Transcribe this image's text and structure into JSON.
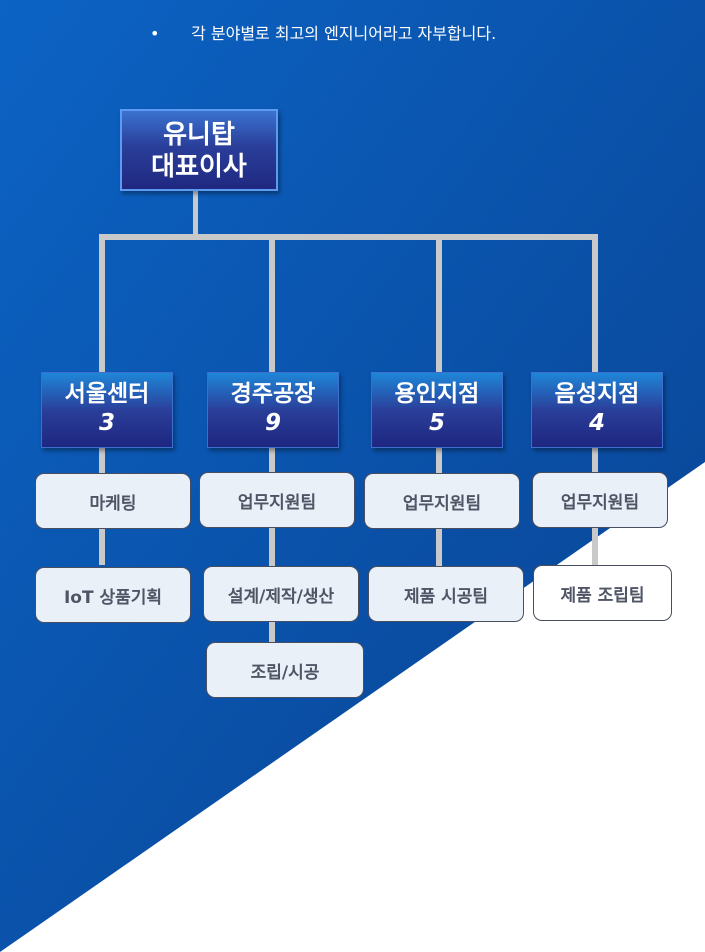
{
  "bullet_text": "각 분야별로 최고의 엔지니어라고 자부합니다.",
  "ceo": {
    "line1": "유니탑",
    "line2": "대표이사"
  },
  "branches": [
    {
      "name": "서울센터",
      "count": "3",
      "teams": [
        "마케팅",
        "IoT 상품기획"
      ]
    },
    {
      "name": "경주공장",
      "count": "9",
      "teams": [
        "업무지원팀",
        "설계/제작/생산",
        "조립/시공"
      ]
    },
    {
      "name": "용인지점",
      "count": "5",
      "teams": [
        "업무지원팀",
        "제품 시공팀"
      ]
    },
    {
      "name": "음성지점",
      "count": "4",
      "teams": [
        "업무지원팀",
        "제품 조립팀"
      ]
    }
  ],
  "colors": {
    "background_blue": "#0a57b0",
    "connector": "#c9c9c9",
    "team_fill": "#e9f0f8"
  }
}
